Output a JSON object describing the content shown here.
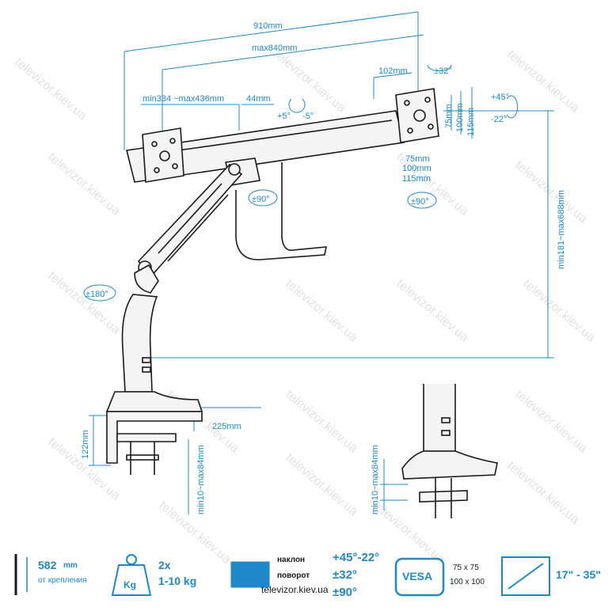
{
  "dimensions": {
    "total_width": "910mm",
    "arm_width": "max840mm",
    "vesa_offset": "102mm",
    "arm_range": "min334 ~max436mm",
    "center_gap": "44mm",
    "tilt_small_pos": "+5°",
    "tilt_small_neg": "-5°",
    "tilt_large_pos": "+45°",
    "tilt_large_neg": "-22°",
    "rotate_32": "±32°",
    "rotate_90_left": "±90°",
    "rotate_90_right": "±90°",
    "rotate_180": "±180°",
    "vesa_v75": "75mm",
    "vesa_v100": "100mm",
    "vesa_v115": "115mm",
    "vesa_h75": "75mm",
    "vesa_h100": "100mm",
    "vesa_h115": "115mm",
    "height_range": "min181~max688mm",
    "clamp_depth": "225mm",
    "clamp_height": "122mm",
    "desk_thickness_1": "min10~max84mm",
    "desk_thickness_2": "min10~max84mm"
  },
  "watermark": "televizor.kiev.ua",
  "specs": {
    "reach_value": "582",
    "reach_unit": "mm",
    "reach_label": "от крепления",
    "weight_badge": "Kg",
    "weight_count": "2x",
    "weight_range": "1-10 kg",
    "tilt_label": "наклон",
    "tilt_value": "+45°-22°",
    "swivel_label": "поворот",
    "swivel_value": "±32°",
    "rotate_value": "±90°",
    "vesa_badge": "VESA",
    "vesa_75": "75 x 75",
    "vesa_100": "100 x 100",
    "screen_size": "17\" - 35\"",
    "site": "televizor.kiev.ua"
  },
  "colors": {
    "accent": "#1e88c8",
    "line": "#1a1a1a"
  }
}
